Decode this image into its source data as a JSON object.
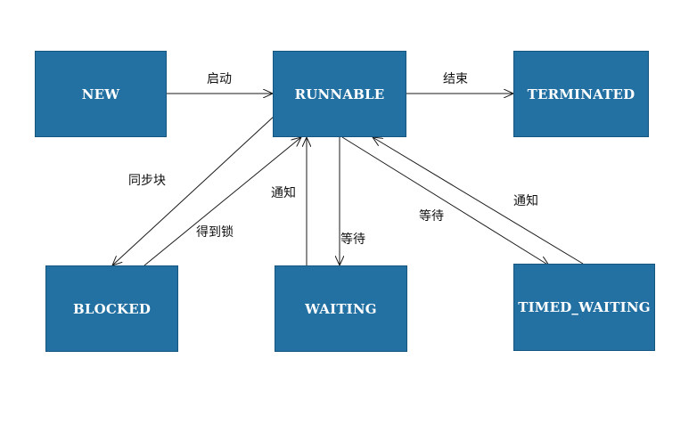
{
  "states": {
    "new": "NEW",
    "runnable": "RUNNABLE",
    "terminated": "TERMINATED",
    "blocked": "BLOCKED",
    "waiting": "WAITING",
    "timed_waiting": "TIMED_WAITING"
  },
  "edges": {
    "new_to_runnable": "启动",
    "runnable_to_terminated": "结束",
    "runnable_to_blocked": "同步块",
    "blocked_to_runnable": "得到锁",
    "waiting_to_runnable": "通知",
    "runnable_to_waiting": "等待",
    "runnable_to_timed_waiting": "等待",
    "timed_waiting_to_runnable": "通知"
  },
  "colors": {
    "state_fill": "#2370a2",
    "state_text": "#ffffff",
    "arrow": "#1a1a1a"
  }
}
